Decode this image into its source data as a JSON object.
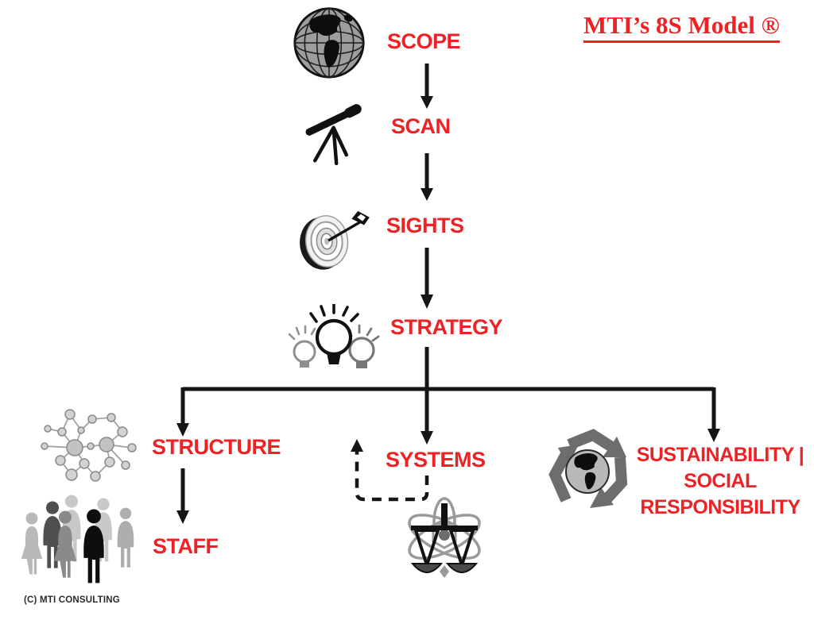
{
  "title": {
    "text": "MTI’s 8S Model ®"
  },
  "footer": {
    "copyright": "(C) MTI CONSULTING"
  },
  "colors": {
    "accent_red": "#ee2125",
    "arrow_black": "#151515",
    "icon_gray": "#8c8c8c"
  },
  "nodes": {
    "scope": {
      "label": "SCOPE",
      "icon": "globe-icon"
    },
    "scan": {
      "label": "SCAN",
      "icon": "telescope-icon"
    },
    "sights": {
      "label": "SIGHTS",
      "icon": "target-icon"
    },
    "strategy": {
      "label": "STRATEGY",
      "icon": "lightbulbs-icon"
    },
    "structure": {
      "label": "STRUCTURE",
      "icon": "network-icon"
    },
    "staff": {
      "label": "STAFF",
      "icon": "people-icon"
    },
    "systems": {
      "label": "SYSTEMS",
      "icon": "scales-atom-icon"
    },
    "sustainability": {
      "label": "SUSTAINABILITY | SOCIAL RESPONSIBILITY",
      "lines": [
        "SUSTAINABILITY |",
        "SOCIAL",
        "RESPONSIBILITY"
      ],
      "icon": "recycle-globe-icon"
    }
  },
  "flow": [
    "SCOPE → SCAN",
    "SCAN → SIGHTS",
    "SIGHTS → STRATEGY",
    "STRATEGY → STRUCTURE",
    "STRATEGY → SYSTEMS",
    "STRATEGY → SUSTAINABILITY | SOCIAL RESPONSIBILITY",
    "STRUCTURE → STAFF",
    "SYSTEMS ⇢ feedback loop (dashed)"
  ]
}
